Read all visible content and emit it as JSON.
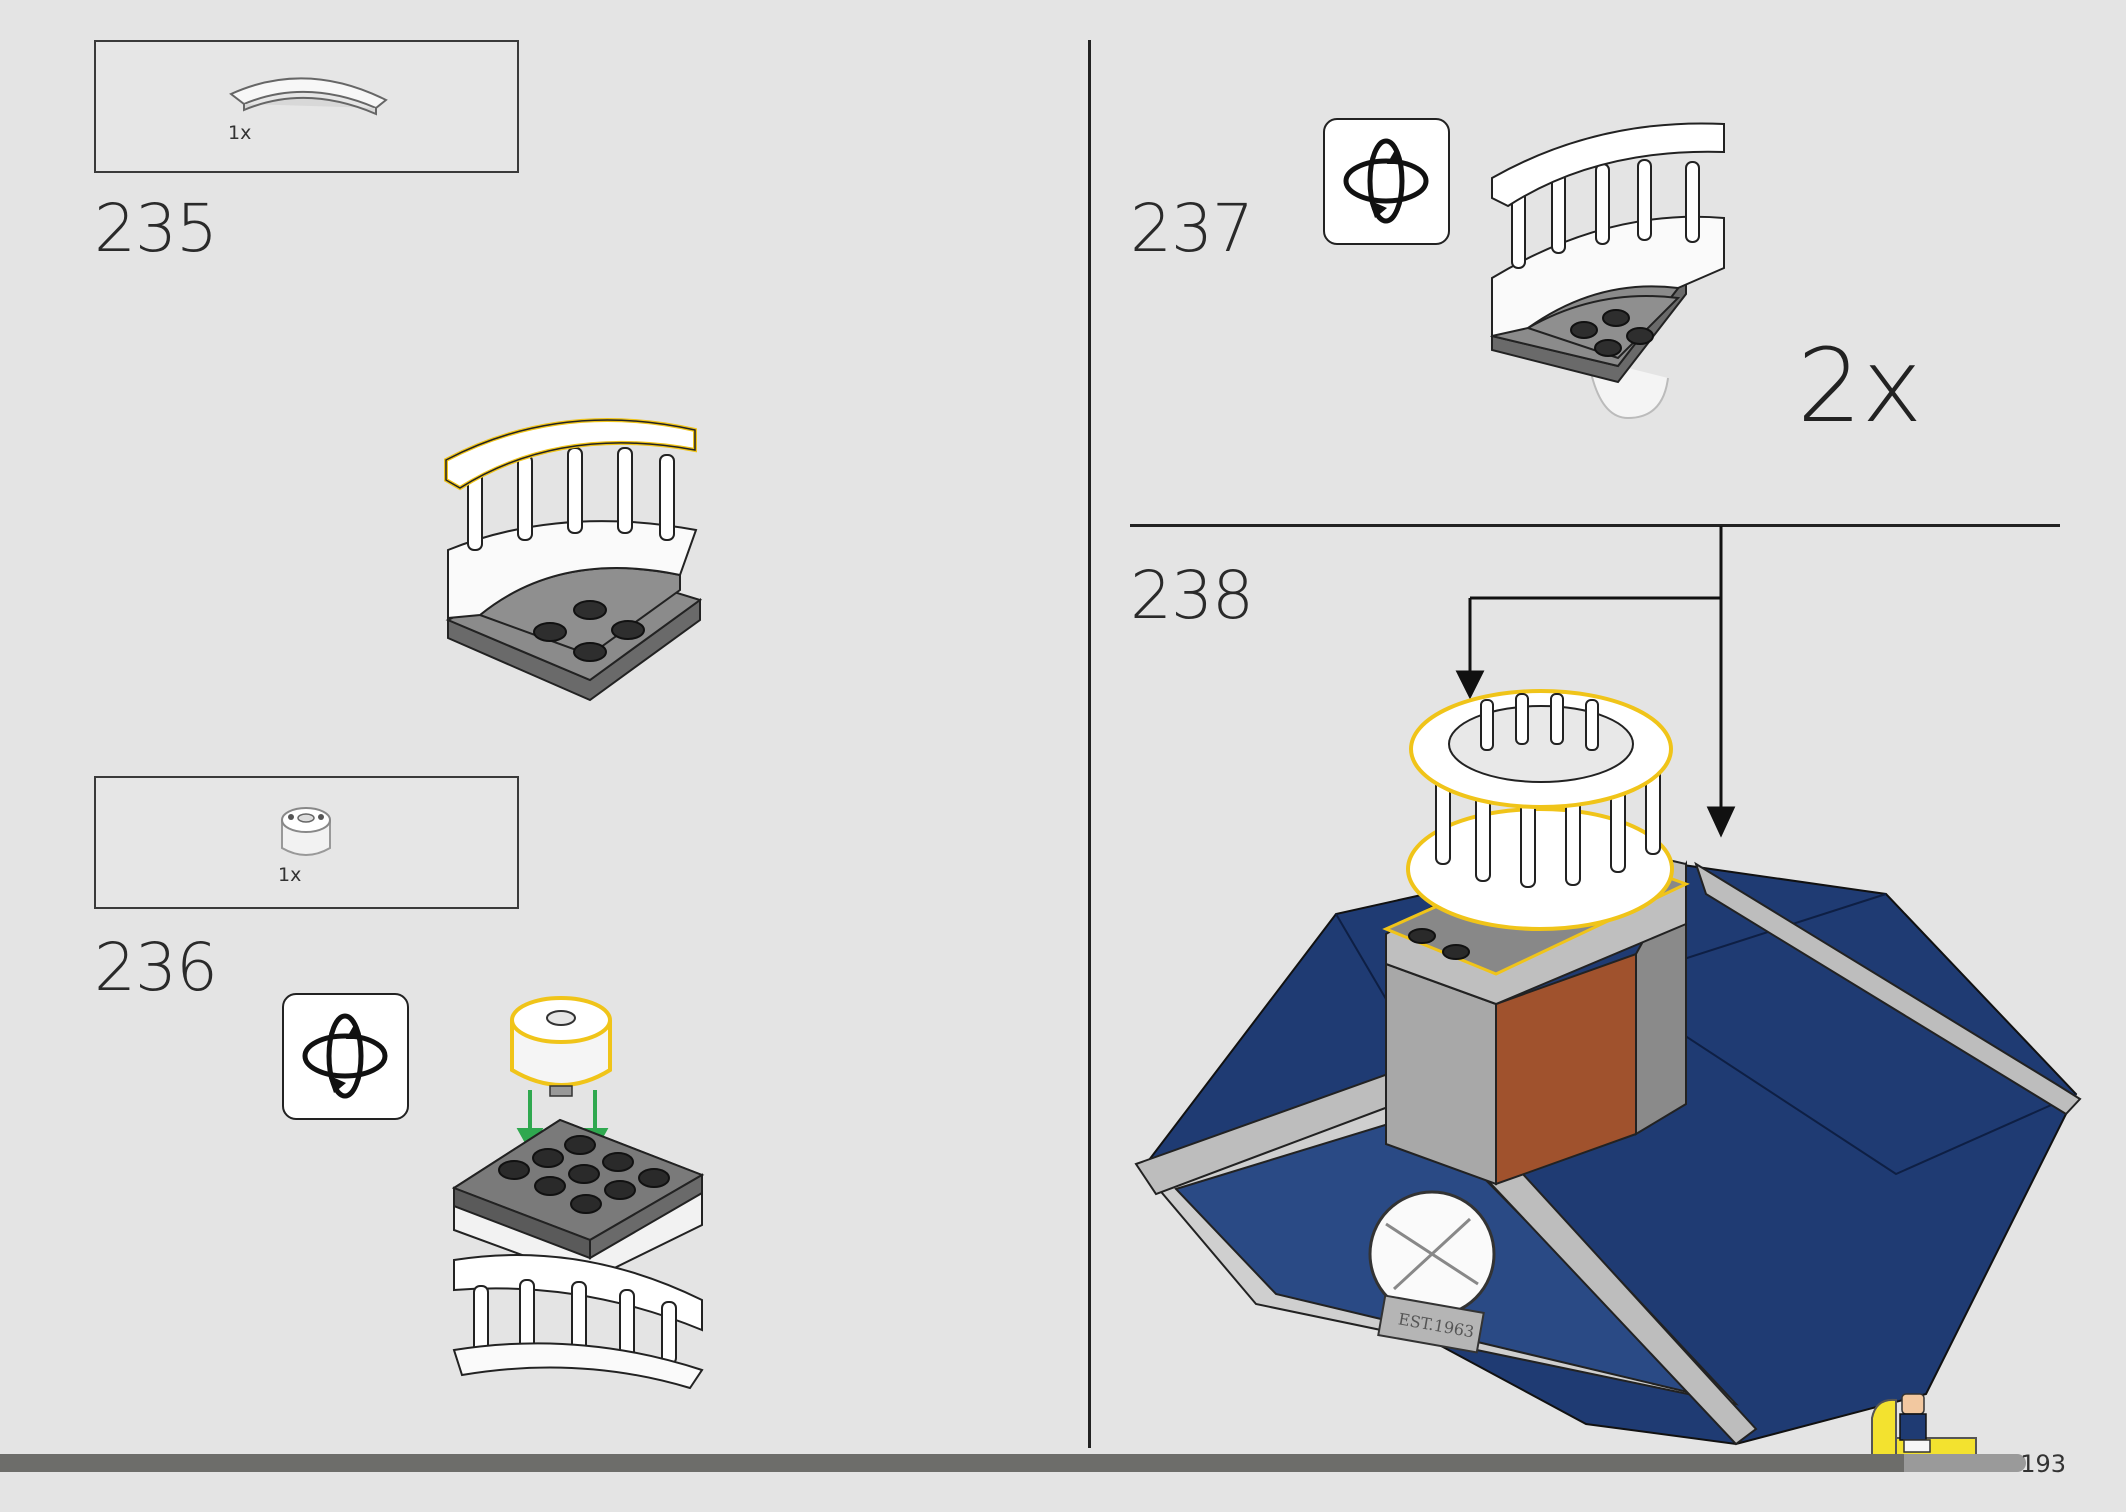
{
  "page": {
    "number": "193",
    "progress_fraction": 0.94
  },
  "steps": [
    {
      "number": "235",
      "parts": [
        {
          "name": "curved-tile",
          "qty": "1x"
        }
      ]
    },
    {
      "number": "236",
      "parts": [
        {
          "name": "round-brick",
          "qty": "1x"
        }
      ],
      "rotate_icon": "rotate-model-icon"
    },
    {
      "number": "237",
      "multiplier": "2x",
      "rotate_icon": "rotate-model-icon"
    },
    {
      "number": "238",
      "plaque_text": "EST.1963"
    }
  ],
  "colors": {
    "background": "#e4e4e4",
    "highlight": "#f0c419",
    "arrow_green": "#2fa84f",
    "roof_blue": "#1f3b73",
    "brick": "#a0522d"
  }
}
